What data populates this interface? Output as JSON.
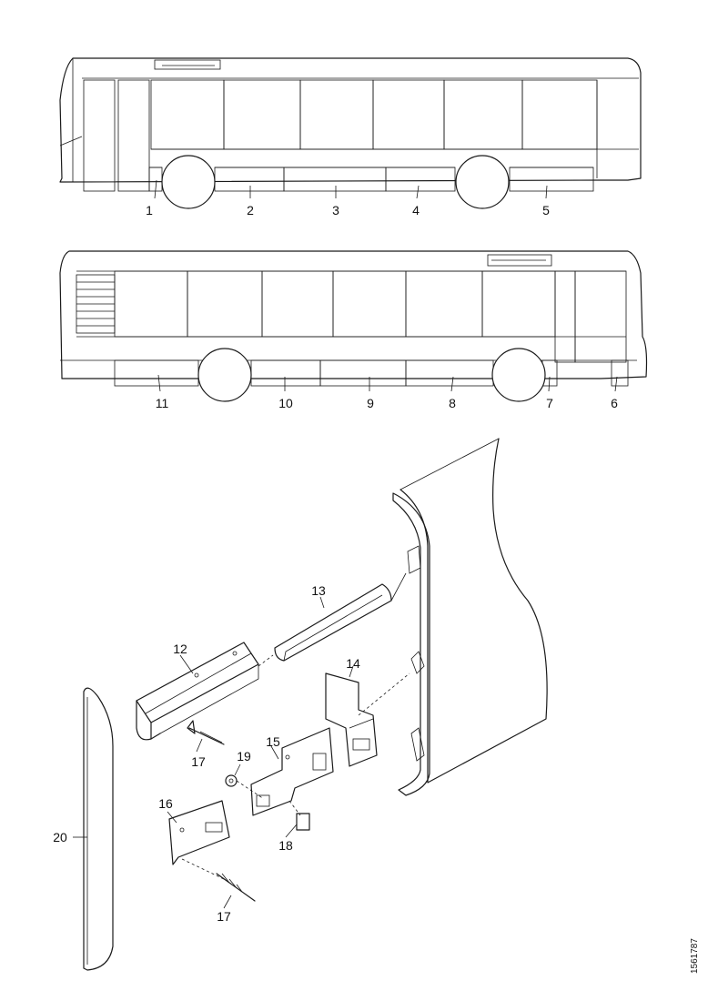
{
  "callouts_side1": [
    "1",
    "2",
    "3",
    "4",
    "5"
  ],
  "callouts_side2": [
    "11",
    "10",
    "9",
    "8",
    "7",
    "6"
  ],
  "callouts_exploded": [
    "12",
    "13",
    "14",
    "15",
    "16",
    "17",
    "17",
    "18",
    "19",
    "20"
  ],
  "reference": "1561787",
  "colors": {
    "line": "#1a1a1a",
    "background": "#ffffff"
  }
}
